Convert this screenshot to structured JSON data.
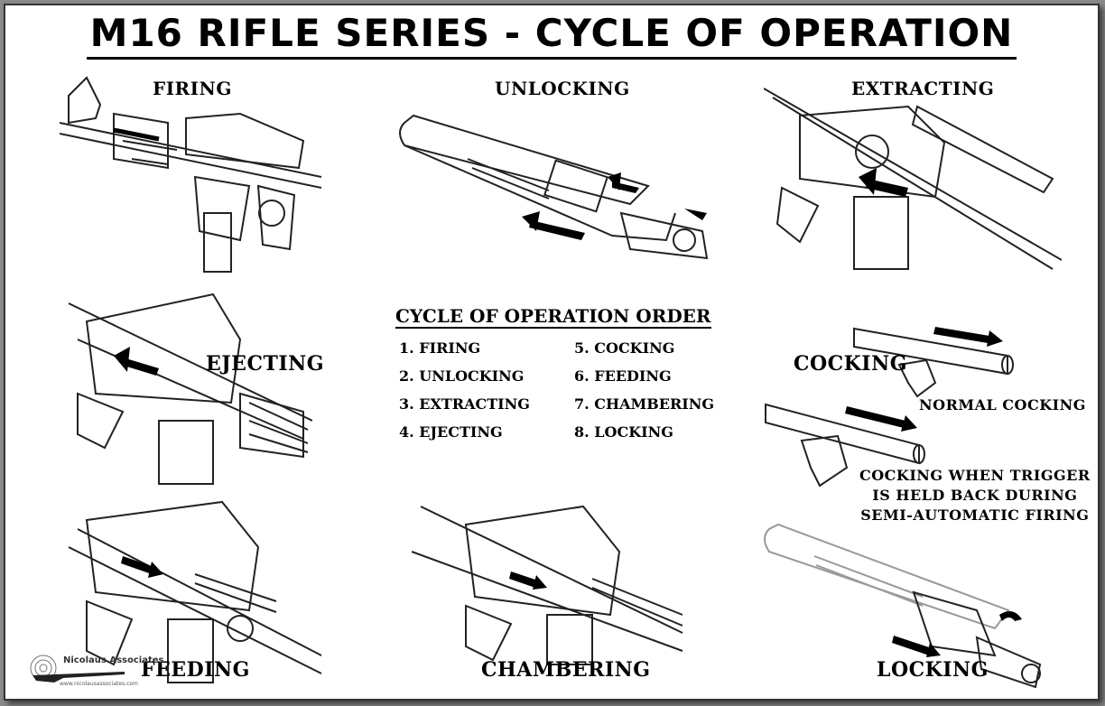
{
  "title": "M16 RIFLE SERIES - CYCLE OF OPERATION",
  "labels": {
    "firing": "FIRING",
    "unlocking": "UNLOCKING",
    "extracting": "EXTRACTING",
    "ejecting": "EJECTING",
    "cocking": "COCKING",
    "normal_cocking": "NORMAL COCKING",
    "cocking_trigger_line1": "COCKING WHEN TRIGGER",
    "cocking_trigger_line2": "IS HELD BACK DURING",
    "cocking_trigger_line3": "SEMI-AUTOMATIC FIRING",
    "feeding": "FEEDING",
    "chambering": "CHAMBERING",
    "locking": "LOCKING"
  },
  "order": {
    "title": "CYCLE OF OPERATION ORDER",
    "items": [
      "1. FIRING",
      "2. UNLOCKING",
      "3. EXTRACTING",
      "4. EJECTING",
      "5. COCKING",
      "6. FEEDING",
      "7. CHAMBERING",
      "8. LOCKING"
    ]
  },
  "logo": {
    "name": "Nicolaus Associates",
    "url": "www.nicolausassociates.com"
  },
  "icons": [
    "rifle-receiver-illustration",
    "bolt-carrier-illustration",
    "arrow-icon",
    "logo-rifle-icon"
  ]
}
